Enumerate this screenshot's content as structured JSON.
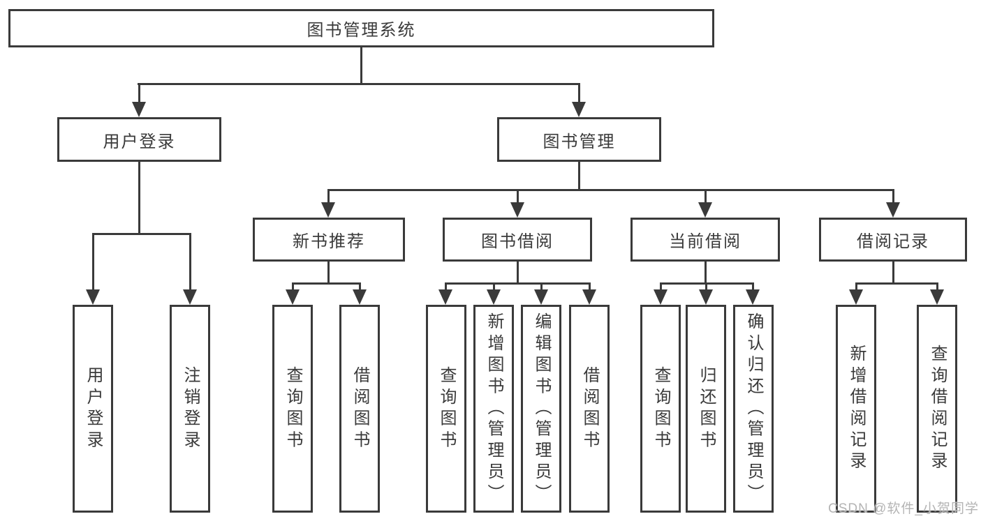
{
  "title": {
    "root": "图书管理系统"
  },
  "level2": [
    {
      "label": "用户登录"
    },
    {
      "label": "图书管理"
    }
  ],
  "level3": [
    {
      "label": "新书推荐"
    },
    {
      "label": "图书借阅"
    },
    {
      "label": "当前借阅"
    },
    {
      "label": "借阅记录"
    }
  ],
  "leaves": [
    {
      "label": "用户登录"
    },
    {
      "label": "注销登录"
    },
    {
      "label": "查询图书"
    },
    {
      "label": "借阅图书"
    },
    {
      "label": "查询图书"
    },
    {
      "label": "新增图书（管理员）"
    },
    {
      "label": "编辑图书（管理员）"
    },
    {
      "label": "借阅图书"
    },
    {
      "label": "查询图书"
    },
    {
      "label": "归还图书"
    },
    {
      "label": "确认归还（管理员）"
    },
    {
      "label": "新增借阅记录"
    },
    {
      "label": "查询借阅记录"
    }
  ],
  "watermark": "CSDN @软件_小贺同学",
  "colors": {
    "line": "#3a3a3a",
    "text": "#3a3a3a",
    "background": "#ffffff",
    "watermark": "#b4b4b4"
  }
}
